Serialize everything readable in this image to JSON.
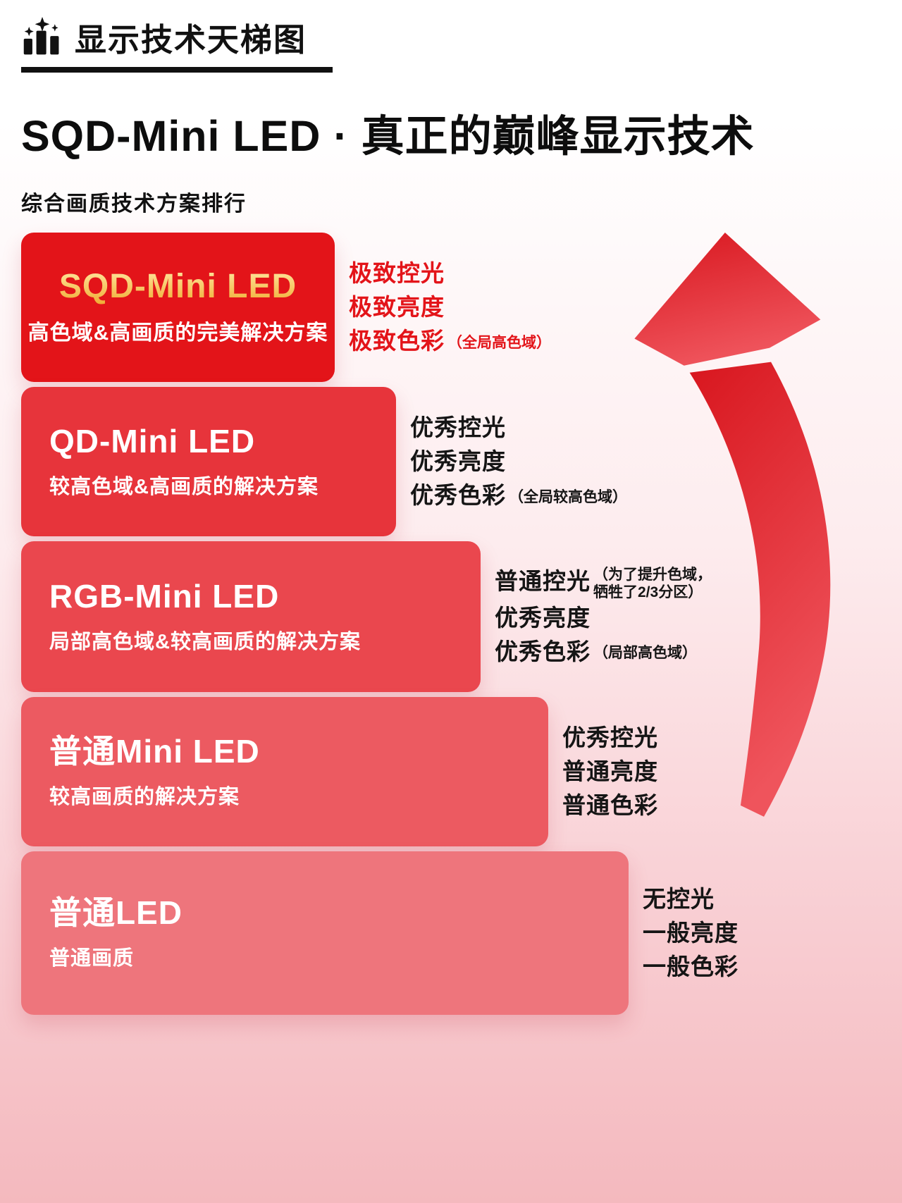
{
  "header": {
    "icon": "podium-stars-icon",
    "title": "显示技术天梯图"
  },
  "main_title": "SQD-Mini LED · 真正的巅峰显示技术",
  "subtitle": "综合画质技术方案排行",
  "tiers": [
    {
      "name": "SQD-Mini LED",
      "description": "高色域&高画质的完美解决方案",
      "color": "#e31419",
      "feature_color": "#e31419",
      "features": [
        {
          "text": "极致控光",
          "note": ""
        },
        {
          "text": "极致亮度",
          "note": ""
        },
        {
          "text": "极致色彩",
          "note": "（全局高色域）"
        }
      ]
    },
    {
      "name": "QD-Mini LED",
      "description": "较高色域&高画质的解决方案",
      "color": "#e7343b",
      "feature_color": "#151515",
      "features": [
        {
          "text": "优秀控光",
          "note": ""
        },
        {
          "text": "优秀亮度",
          "note": ""
        },
        {
          "text": "优秀色彩",
          "note": "（全局较高色域）"
        }
      ]
    },
    {
      "name": "RGB-Mini LED",
      "description": "局部高色域&较高画质的解决方案",
      "color": "#ea474e",
      "feature_color": "#151515",
      "features": [
        {
          "text": "普通控光",
          "note": "（为了提升色域，\n牺牲了2/3分区）"
        },
        {
          "text": "优秀亮度",
          "note": ""
        },
        {
          "text": "优秀色彩",
          "note": "（局部高色域）"
        }
      ]
    },
    {
      "name": "普通Mini LED",
      "description": "较高画质的解决方案",
      "color": "#ec5a61",
      "feature_color": "#151515",
      "features": [
        {
          "text": "优秀控光",
          "note": ""
        },
        {
          "text": "普通亮度",
          "note": ""
        },
        {
          "text": "普通色彩",
          "note": ""
        }
      ]
    },
    {
      "name": "普通LED",
      "description": "普通画质",
      "color": "#ee757c",
      "feature_color": "#151515",
      "features": [
        {
          "text": "无控光",
          "note": ""
        },
        {
          "text": "一般亮度",
          "note": ""
        },
        {
          "text": "一般色彩",
          "note": ""
        }
      ]
    }
  ],
  "arrow": {
    "icon": "upward-curved-arrow"
  },
  "colors": {
    "accent_red": "#e31419",
    "arrow_dark": "#d8161e",
    "arrow_light": "#ef545c",
    "gold_top": "#ffe7a0",
    "gold_bottom": "#f0ab32",
    "background_top": "#ffffff",
    "background_bottom": "#f4b9be"
  }
}
